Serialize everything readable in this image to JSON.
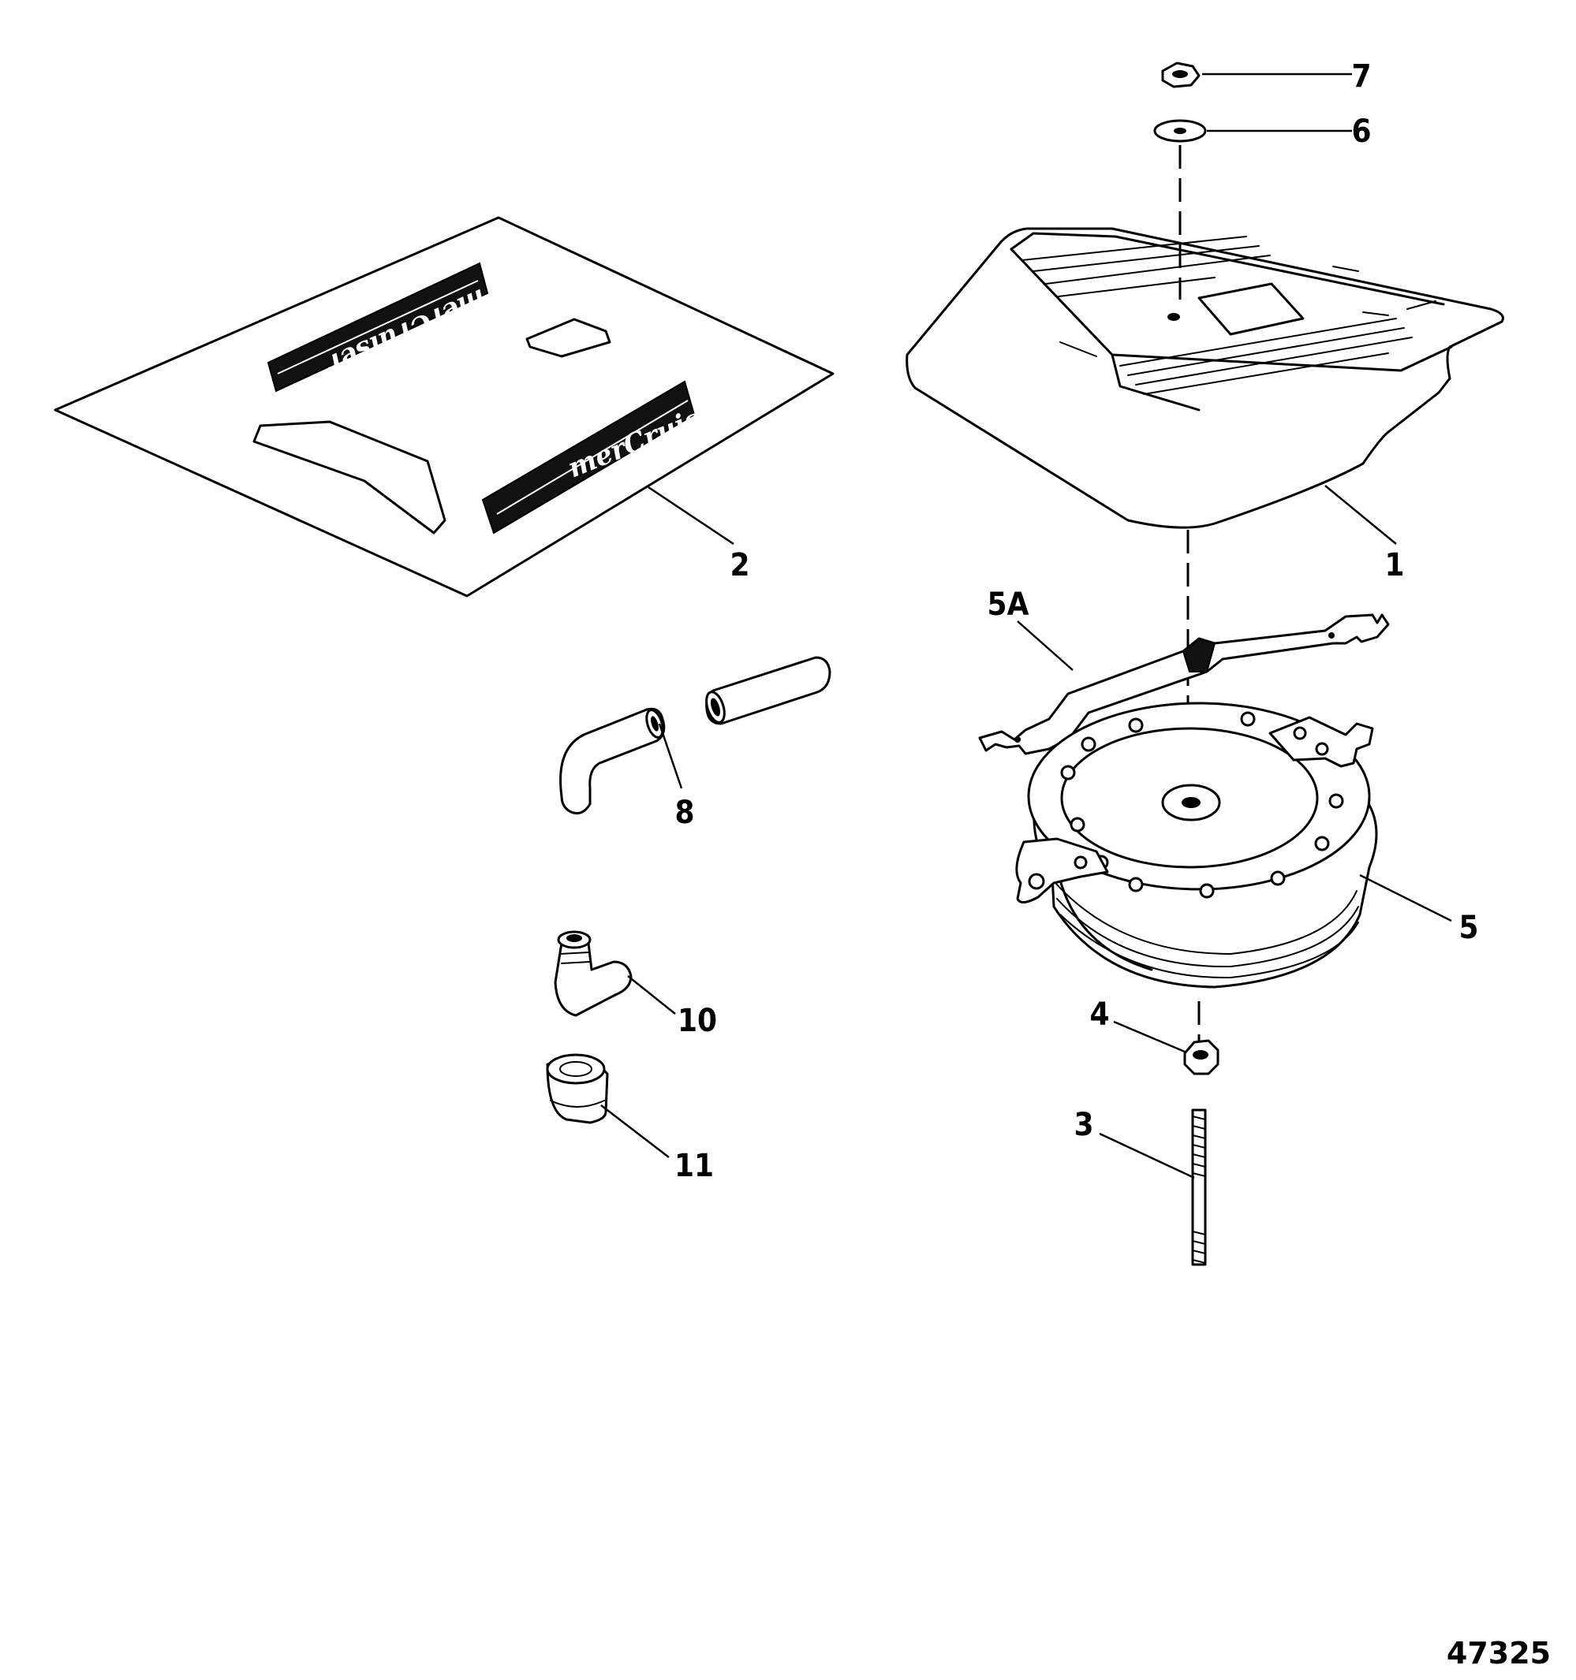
{
  "figure_number": "47325",
  "decal_logo_text": "merCruiser",
  "callouts": {
    "c1": "1",
    "c2": "2",
    "c3": "3",
    "c4": "4",
    "c5": "5",
    "c5a": "5A",
    "c6": "6",
    "c7": "7",
    "c8": "8",
    "c10": "10",
    "c11": "11"
  }
}
